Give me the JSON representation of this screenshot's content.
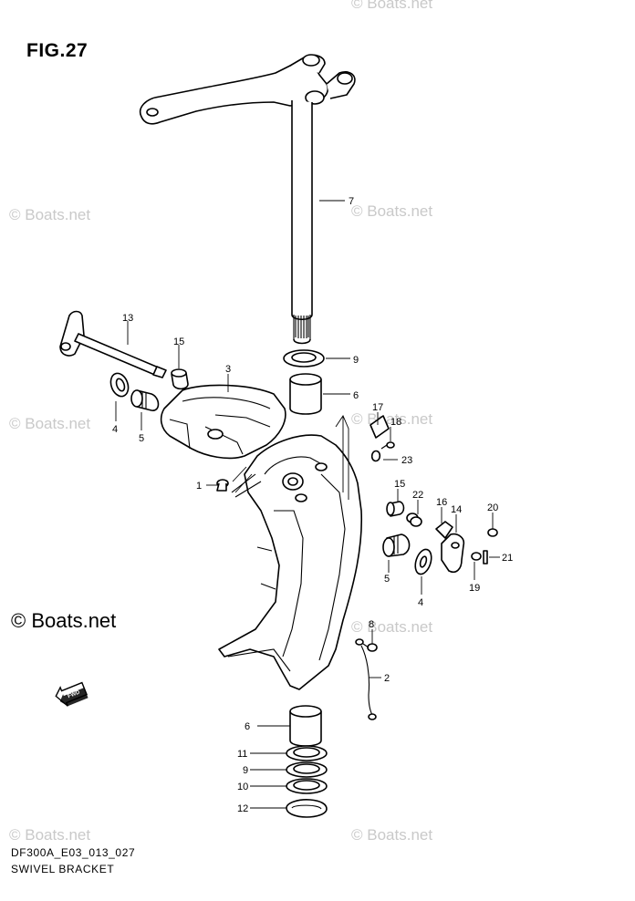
{
  "figure_title": "FIG.27",
  "drawing_code": "DF300A_E03_013_027",
  "drawing_name": "SWIVEL BRACKET",
  "watermark_text": "© Boats.net",
  "fwd_arrow_label": "FWD",
  "callouts": {
    "c13": "13",
    "c15a": "15",
    "c3": "3",
    "c4a": "4",
    "c5a": "5",
    "c7": "7",
    "c9a": "9",
    "c6a": "6",
    "c17": "17",
    "c18": "18",
    "c23": "23",
    "c1": "1",
    "c15b": "15",
    "c22": "22",
    "c16": "16",
    "c14": "14",
    "c20": "20",
    "c5b": "5",
    "c4b": "4",
    "c19": "19",
    "c21": "21",
    "c8": "8",
    "c2": "2",
    "c6b": "6",
    "c11": "11",
    "c9b": "9",
    "c10": "10",
    "c12": "12"
  }
}
